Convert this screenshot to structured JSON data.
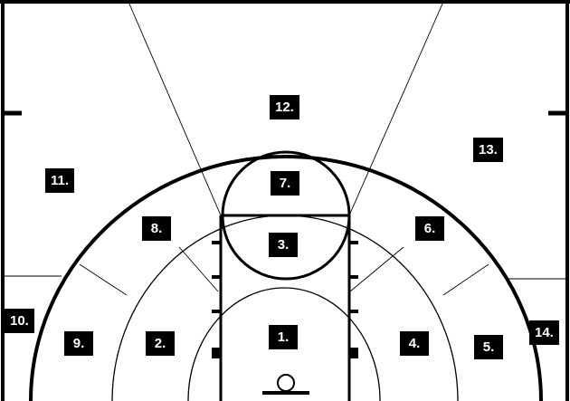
{
  "colors": {
    "background": "#ffffff",
    "line": "#000000",
    "label_bg": "#000000",
    "label_text": "#ffffff"
  },
  "zones": {
    "z1": "1.",
    "z2": "2.",
    "z3": "3.",
    "z4": "4.",
    "z5": "5.",
    "z6": "6.",
    "z7": "7.",
    "z8": "8.",
    "z9": "9.",
    "z10": "10.",
    "z11": "11.",
    "z12": "12.",
    "z13": "13.",
    "z14": "14."
  }
}
